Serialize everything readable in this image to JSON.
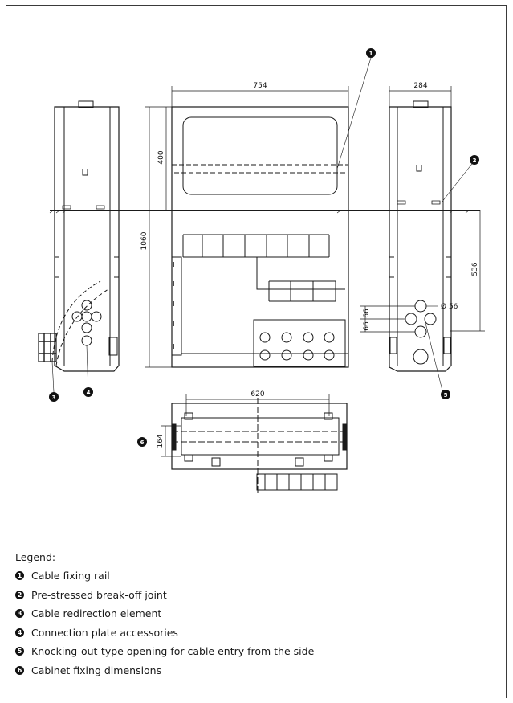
{
  "dimensions": {
    "front_width": "754",
    "front_upper_height": "400",
    "front_lower_height": "1060",
    "side_width": "284",
    "side_depth": "536",
    "hole_spacing_a": "66",
    "hole_spacing_b": "66",
    "hole_diameter": "Ø 56",
    "base_width": "620",
    "base_depth": "164"
  },
  "callouts": [
    "1",
    "2",
    "3",
    "4",
    "5",
    "6"
  ],
  "legend": {
    "title": "Legend:",
    "items": [
      {
        "marker": "1",
        "text": "Cable fixing rail"
      },
      {
        "marker": "2",
        "text": "Pre-stressed break-off joint"
      },
      {
        "marker": "3",
        "text": "Cable redirection element"
      },
      {
        "marker": "4",
        "text": "Connection plate accessories"
      },
      {
        "marker": "5",
        "text": "Knocking-out-type opening for cable entry from the side"
      },
      {
        "marker": "6",
        "text": "Cabinet fixing dimensions"
      }
    ]
  },
  "colors": {
    "line": "#1a1a1a",
    "marker_fill": "#111111",
    "background": "#ffffff"
  }
}
